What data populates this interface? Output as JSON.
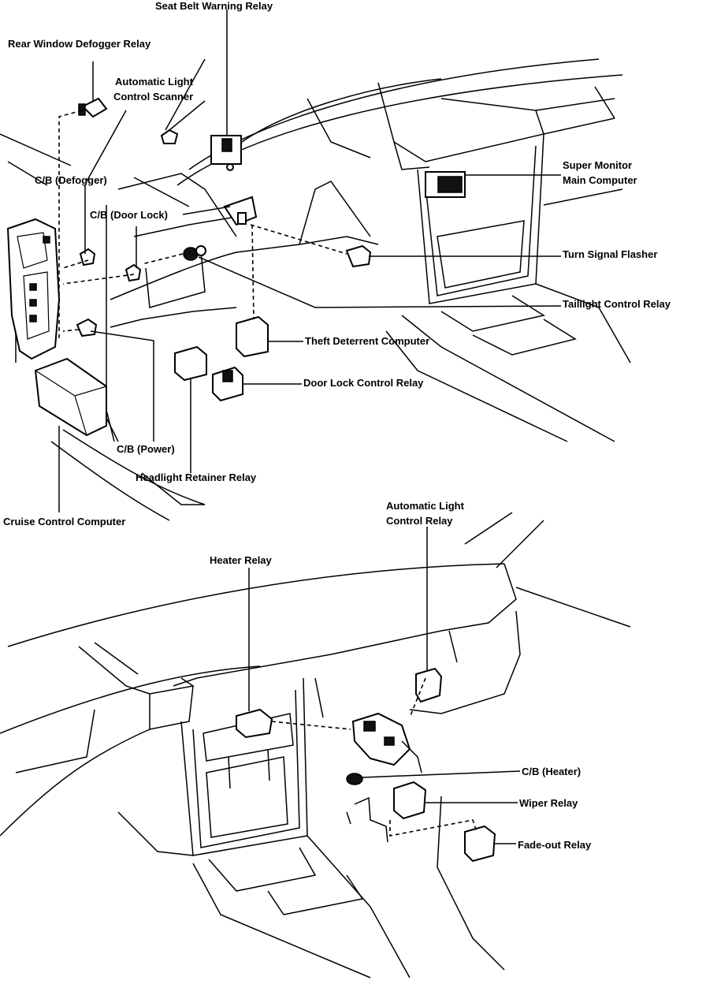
{
  "top_view": {
    "labels": {
      "seat_belt_warning_relay": "Seat Belt Warning Relay",
      "rear_window_defogger_relay": "Rear Window Defogger Relay",
      "automatic_light_control_scanner_1": "Automatic Light",
      "automatic_light_control_scanner_2": "Control Scanner",
      "cb_defogger": "C/B (Defogger)",
      "cb_door_lock": "C/B (Door Lock)",
      "super_monitor_main_computer_1": "Super Monitor",
      "super_monitor_main_computer_2": "Main Computer",
      "turn_signal_flasher": "Turn Signal Flasher",
      "taillight_control_relay": "Taillight Control Relay",
      "theft_deterrent_computer": "Theft Deterrent Computer",
      "door_lock_control_relay": "Door Lock Control Relay",
      "cb_power": "C/B (Power)",
      "headlight_retainer_relay": "Headlight Retainer Relay",
      "cruise_control_computer": "Cruise Control Computer"
    }
  },
  "bottom_view": {
    "labels": {
      "automatic_light_control_relay_1": "Automatic Light",
      "automatic_light_control_relay_2": "Control Relay",
      "heater_relay": "Heater Relay",
      "cb_heater": "C/B (Heater)",
      "wiper_relay": "Wiper Relay",
      "fade_out_relay": "Fade-out Relay"
    }
  }
}
